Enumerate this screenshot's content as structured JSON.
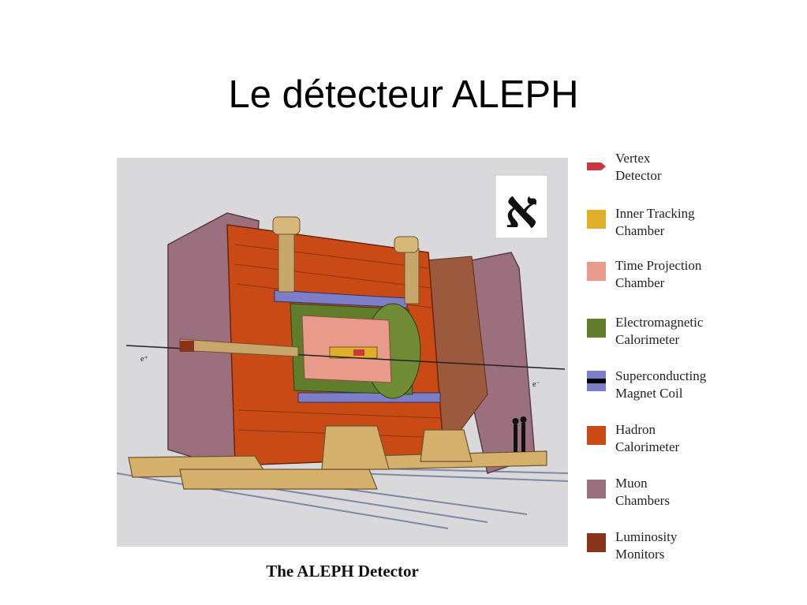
{
  "slide": {
    "title": "Le détecteur ALEPH"
  },
  "figure": {
    "caption": "The ALEPH Detector",
    "beam_left": "e⁺",
    "beam_right": "e⁻",
    "logo_glyph": "א"
  },
  "legend": [
    {
      "line1": "Vertex",
      "line2": "Detector",
      "color": "#c9373f",
      "shape": "tag"
    },
    {
      "line1": "Inner Tracking",
      "line2": "Chamber",
      "color": "#e0ae2a",
      "shape": "square"
    },
    {
      "line1": "Time Projection",
      "line2": "Chamber",
      "color": "#e89b8a",
      "shape": "square"
    },
    {
      "line1": "Electromagnetic",
      "line2": "Calorimeter",
      "color": "#5f7d2a",
      "shape": "square"
    },
    {
      "line1": "Superconducting",
      "line2": "Magnet Coil",
      "color": "#7c7fc8",
      "shape": "coil"
    },
    {
      "line1": "Hadron",
      "line2": "Calorimeter",
      "color": "#c94a14",
      "shape": "square"
    },
    {
      "line1": "Muon",
      "line2": "Chambers",
      "color": "#9b6f7d",
      "shape": "square"
    },
    {
      "line1": "Luminosity",
      "line2": "Monitors",
      "color": "#87341a",
      "shape": "square"
    }
  ]
}
